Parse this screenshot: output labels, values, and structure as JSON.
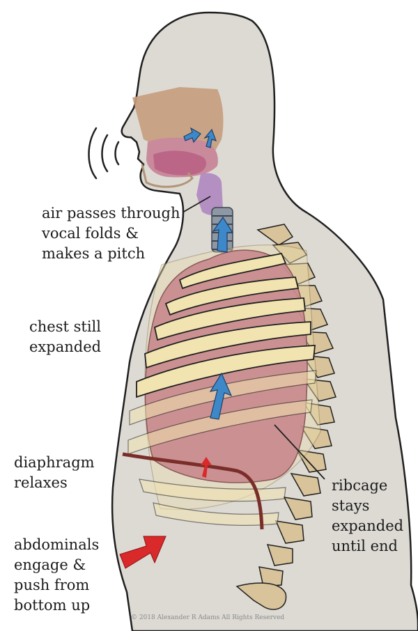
{
  "labels": {
    "vocal_folds": [
      "air passes through",
      "vocal folds &",
      "makes a pitch"
    ],
    "chest": [
      "chest still",
      "expanded"
    ],
    "diaphragm": [
      "diaphragm",
      "relaxes"
    ],
    "abdominals": [
      "abdominals",
      "engage &",
      "push from",
      "bottom up"
    ],
    "ribcage": [
      "ribcage",
      "stays",
      "expanded",
      "until end"
    ]
  },
  "copyright": "© 2018 Alexander R Adams All Rights Reserved",
  "colors": {
    "body_fill": "#dddad4",
    "outline": "#1f1f1f",
    "head_cavity": "#c79c7c",
    "mouth": "#c98a9b",
    "tongue": "#c06e8c",
    "larynx": "#b48fc1",
    "lung": "#c98a8d",
    "rib": "#f1e4b0",
    "spine": "#d8c39a",
    "diaphragm_line": "#7a2e2a",
    "air_arrow": "#3d88c8",
    "push_arrow": "#d9292a"
  },
  "icons": [
    "sound-waves-icon",
    "air-arrow-icon",
    "push-arrow-icon"
  ]
}
